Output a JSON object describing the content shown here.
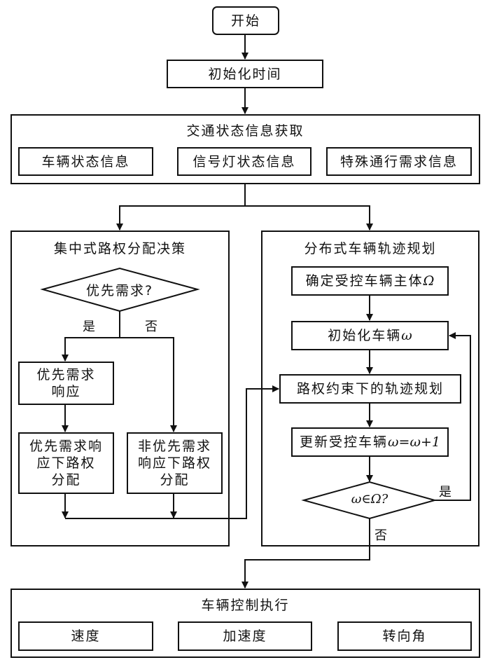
{
  "start": {
    "label": "开始"
  },
  "init_time": {
    "label": "初始化时间"
  },
  "traffic_info": {
    "title": "交通状态信息获取",
    "items": [
      "车辆状态信息",
      "信号灯状态信息",
      "特殊通行需求信息"
    ]
  },
  "centralized": {
    "title": "集中式路权分配决策",
    "decision": "优先需求?",
    "yes_label": "是",
    "no_label": "否",
    "priority_response": "优先需求\n响应",
    "priority_allocation": "优先需求响\n应下路权\n分配",
    "nonpriority_allocation": "非优先需求\n响应下路权\n分配"
  },
  "distributed": {
    "title": "分布式车辆轨迹规划",
    "determine_prefix": "确定受控车辆主体",
    "determine_symbol": "Ω",
    "init_vehicle_prefix": "初始化车辆",
    "init_vehicle_symbol": "ω",
    "trajectory": "路权约束下的轨迹规划",
    "update_prefix": "更新受控车辆",
    "update_expr": "ω=ω+1",
    "decision": "ω∈Ω?",
    "yes_label": "是",
    "no_label": "否"
  },
  "control": {
    "title": "车辆控制执行",
    "items": [
      "速度",
      "加速度",
      "转向角"
    ]
  }
}
